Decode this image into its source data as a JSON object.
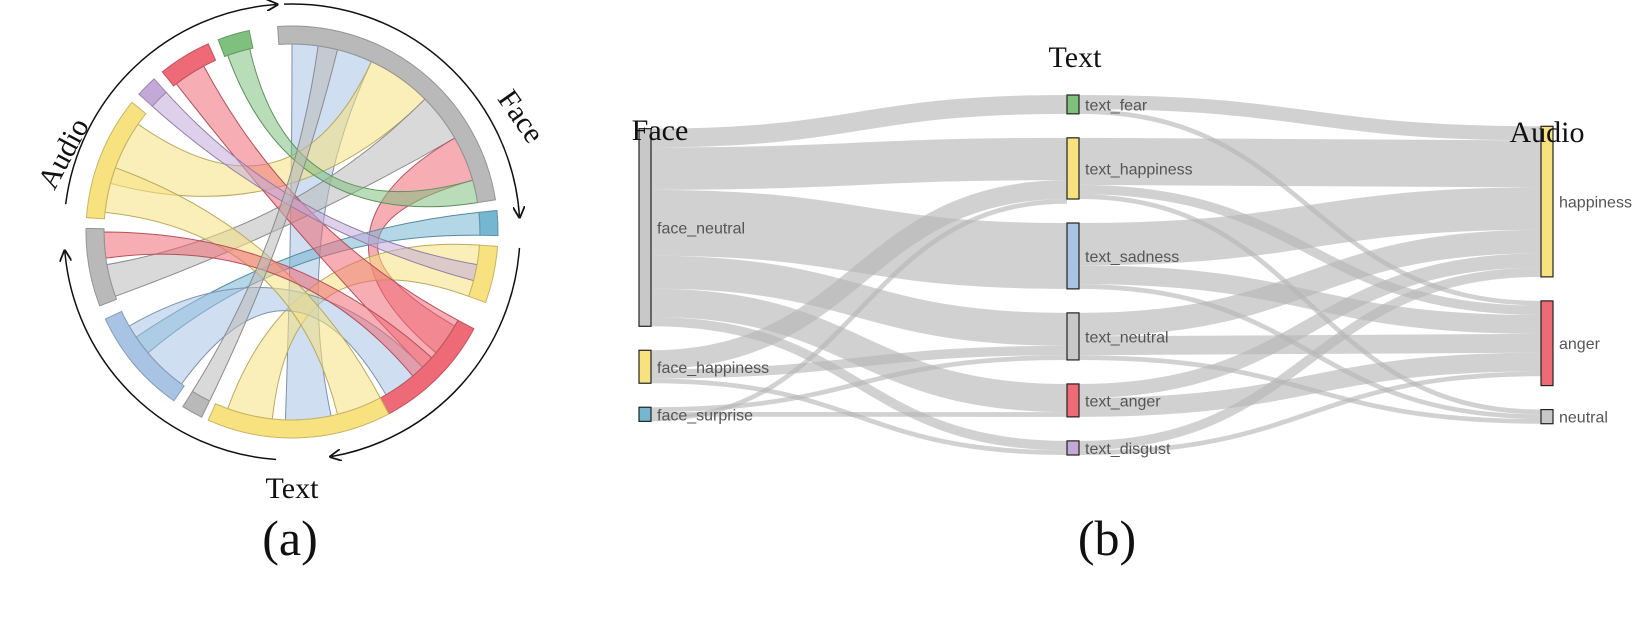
{
  "chart_data": [
    {
      "type": "chord",
      "caption": "(a)",
      "group_labels": [
        "Face",
        "Audio",
        "Text"
      ],
      "colors": {
        "neutral": "#b9b9b9",
        "happiness": "#f7e27f",
        "sadness": "#a8c3e3",
        "anger": "#ee6a77",
        "fear": "#7fc07f",
        "disgust": "#c3a9d8",
        "surprise": "#75b6d1"
      },
      "segments": [
        {
          "group": "Face",
          "category": "neutral",
          "color": "#b9b9b9",
          "a0": -4,
          "a1": 81,
          "r": 205
        },
        {
          "group": "Face",
          "category": "surprise",
          "color": "#75b6d1",
          "a0": 84,
          "a1": 91,
          "r": 205
        },
        {
          "group": "Face",
          "category": "happiness",
          "color": "#f7e27f",
          "a0": 94,
          "a1": 110,
          "r": 205
        },
        {
          "group": "Audio",
          "category": "anger",
          "color": "#ee6a77",
          "a0": 118,
          "a1": 152,
          "r": 200
        },
        {
          "group": "Text",
          "category": "happiness",
          "color": "#f7e27f",
          "a0": 152,
          "a1": 204,
          "r": 200
        },
        {
          "group": "Audio",
          "category": "neutral",
          "color": "#b9b9b9",
          "a0": 206,
          "a1": 212,
          "r": 200
        },
        {
          "group": "Audio",
          "category": "sadness",
          "color": "#a8c3e3",
          "a0": 215,
          "a1": 245,
          "r": 200
        },
        {
          "group": "Audio",
          "category": "neutral",
          "color": "#b9b9b9",
          "a0": 249,
          "a1": 271,
          "r": 200
        },
        {
          "group": "Audio",
          "category": "happiness",
          "color": "#f7e27f",
          "a0": 274,
          "a1": 309,
          "r": 200
        },
        {
          "group": "Text",
          "category": "disgust",
          "color": "#c3a9d8",
          "a0": 312,
          "a1": 318,
          "r": 205
        },
        {
          "group": "Text",
          "category": "anger",
          "color": "#ee6a77",
          "a0": 321,
          "a1": 336,
          "r": 205
        },
        {
          "group": "Text",
          "category": "fear",
          "color": "#7fc07f",
          "a0": 339,
          "a1": 348,
          "r": 205
        }
      ],
      "ribbons": [
        {
          "color": "#a8c3e3",
          "s0": 0,
          "s1": 25,
          "t0": 168,
          "t1": 182
        },
        {
          "color": "#f7e27f",
          "s0": 25,
          "s1": 45,
          "t0": 285,
          "t1": 305
        },
        {
          "color": "#b9b9b9",
          "s0": 45,
          "s1": 60,
          "t0": 250,
          "t1": 260
        },
        {
          "color": "#ee6a77",
          "s0": 60,
          "s1": 74,
          "t0": 120,
          "t1": 130
        },
        {
          "color": "#7fc07f",
          "s0": 74,
          "s1": 81,
          "t0": 340,
          "t1": 347
        },
        {
          "color": "#75b6d1",
          "s0": 84,
          "s1": 91,
          "t0": 230,
          "t1": 236
        },
        {
          "color": "#f7e27f",
          "s0": 94,
          "s1": 110,
          "t0": 186,
          "t1": 200
        },
        {
          "color": "#ee6a77",
          "s0": 118,
          "s1": 136,
          "t0": 322,
          "t1": 332
        },
        {
          "color": "#a8c3e3",
          "s0": 136,
          "s1": 150,
          "t0": 216,
          "t1": 240
        },
        {
          "color": "#f7e27f",
          "s0": 152,
          "s1": 166,
          "t0": 276,
          "t1": 290
        },
        {
          "color": "#c3a9d8",
          "s0": 312,
          "s1": 318,
          "t0": 100,
          "t1": 105
        },
        {
          "color": "#ee6a77",
          "s0": 262,
          "s1": 270,
          "t0": 132,
          "t1": 140
        },
        {
          "color": "#b9b9b9",
          "s0": 206,
          "s1": 212,
          "t0": 8,
          "t1": 14
        }
      ]
    },
    {
      "type": "sankey",
      "caption": "(b)",
      "column_titles": [
        "Face",
        "Text",
        "Audio"
      ],
      "nodes": [
        {
          "id": "face_neutral",
          "label": "face_neutral",
          "column": 0,
          "color": "#c8c8c8",
          "value": 42
        },
        {
          "id": "face_happiness",
          "label": "face_happiness",
          "column": 0,
          "color": "#f7e27f",
          "value": 7
        },
        {
          "id": "face_surprise",
          "label": "face_surprise",
          "column": 0,
          "color": "#75b6d1",
          "value": 3
        },
        {
          "id": "text_fear",
          "label": "text_fear",
          "column": 1,
          "color": "#7fc07f",
          "value": 4
        },
        {
          "id": "text_happiness",
          "label": "text_happiness",
          "column": 1,
          "color": "#f7e27f",
          "value": 13
        },
        {
          "id": "text_sadness",
          "label": "text_sadness",
          "column": 1,
          "color": "#a8c3e3",
          "value": 14
        },
        {
          "id": "text_neutral",
          "label": "text_neutral",
          "column": 1,
          "color": "#c8c8c8",
          "value": 10
        },
        {
          "id": "text_anger",
          "label": "text_anger",
          "column": 1,
          "color": "#ee6a77",
          "value": 7
        },
        {
          "id": "text_disgust",
          "label": "text_disgust",
          "column": 1,
          "color": "#c3a9d8",
          "value": 3
        },
        {
          "id": "happiness",
          "label": "happiness",
          "column": 2,
          "color": "#f7e27f",
          "value": 32
        },
        {
          "id": "anger",
          "label": "anger",
          "column": 2,
          "color": "#ee6a77",
          "value": 18
        },
        {
          "id": "neutral",
          "label": "neutral",
          "column": 2,
          "color": "#c8c8c8",
          "value": 3
        }
      ],
      "links": [
        {
          "source": "face_neutral",
          "target": "text_fear",
          "value": 4
        },
        {
          "source": "face_neutral",
          "target": "text_happiness",
          "value": 9
        },
        {
          "source": "face_neutral",
          "target": "text_sadness",
          "value": 14
        },
        {
          "source": "face_neutral",
          "target": "text_neutral",
          "value": 7
        },
        {
          "source": "face_neutral",
          "target": "text_anger",
          "value": 6
        },
        {
          "source": "face_neutral",
          "target": "text_disgust",
          "value": 2
        },
        {
          "source": "face_happiness",
          "target": "text_happiness",
          "value": 4
        },
        {
          "source": "face_happiness",
          "target": "text_neutral",
          "value": 2
        },
        {
          "source": "face_happiness",
          "target": "text_disgust",
          "value": 1
        },
        {
          "source": "face_surprise",
          "target": "text_neutral",
          "value": 1
        },
        {
          "source": "face_surprise",
          "target": "text_anger",
          "value": 1
        },
        {
          "source": "face_surprise",
          "target": "text_happiness",
          "value": 1
        },
        {
          "source": "text_fear",
          "target": "happiness",
          "value": 3
        },
        {
          "source": "text_fear",
          "target": "anger",
          "value": 1
        },
        {
          "source": "text_happiness",
          "target": "happiness",
          "value": 10
        },
        {
          "source": "text_happiness",
          "target": "anger",
          "value": 2
        },
        {
          "source": "text_happiness",
          "target": "neutral",
          "value": 1
        },
        {
          "source": "text_sadness",
          "target": "happiness",
          "value": 9
        },
        {
          "source": "text_sadness",
          "target": "anger",
          "value": 4
        },
        {
          "source": "text_sadness",
          "target": "neutral",
          "value": 1
        },
        {
          "source": "text_neutral",
          "target": "happiness",
          "value": 5
        },
        {
          "source": "text_neutral",
          "target": "anger",
          "value": 4
        },
        {
          "source": "text_neutral",
          "target": "neutral",
          "value": 1
        },
        {
          "source": "text_anger",
          "target": "happiness",
          "value": 3
        },
        {
          "source": "text_anger",
          "target": "anger",
          "value": 4
        },
        {
          "source": "text_disgust",
          "target": "happiness",
          "value": 2
        },
        {
          "source": "text_disgust",
          "target": "anger",
          "value": 1
        }
      ]
    }
  ]
}
